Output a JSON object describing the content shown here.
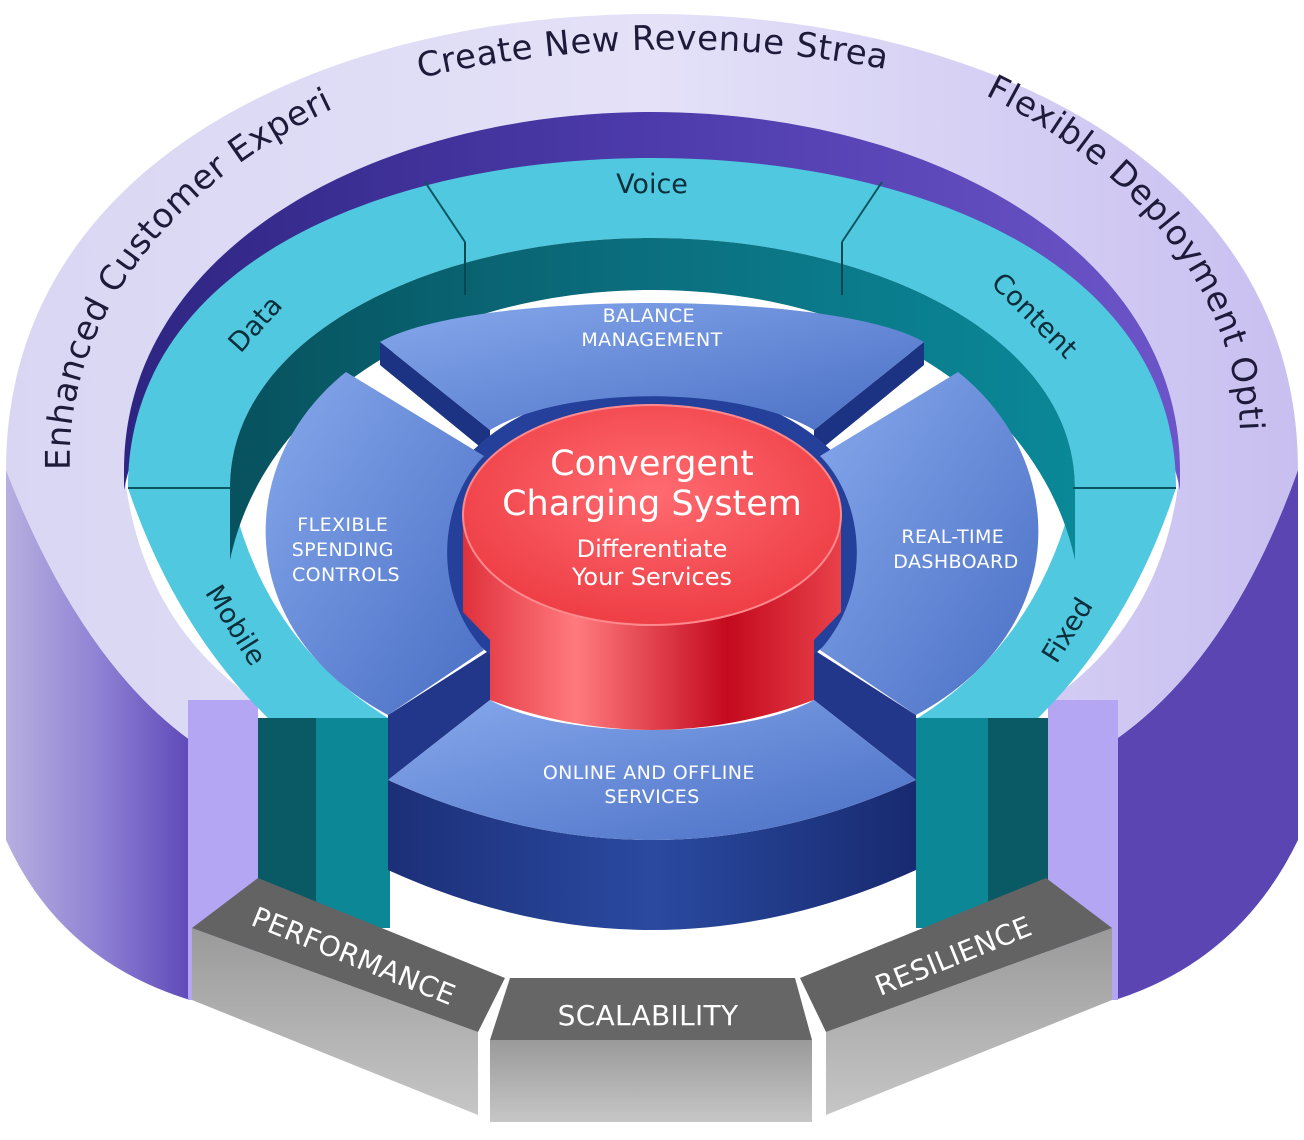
{
  "outer_ring": {
    "top": "Create New Revenue Streams",
    "left": "Enhanced Customer Experience",
    "right": "Flexible Deployment Options",
    "colors": {
      "face": "#d4d0f2",
      "inner_wall": "#3b2d96",
      "side": "#8c7ed2"
    }
  },
  "service_ring": {
    "voice": "Voice",
    "data": "Data",
    "content": "Content",
    "mobile": "Mobile",
    "fixed": "Fixed",
    "colors": {
      "face": "#4fc8e0",
      "wall": "#0b6c7c"
    }
  },
  "features": {
    "balance_management": [
      "BALANCE",
      "MANAGEMENT"
    ],
    "flexible_spending": [
      "FLEXIBLE",
      "SPENDING",
      "CONTROLS"
    ],
    "realtime_dashboard": [
      "REAL-TIME",
      "DASHBOARD"
    ],
    "online_offline": [
      "ONLINE AND OFFLINE",
      "SERVICES"
    ],
    "colors": {
      "face": "#5b7fd0",
      "side": "#1e3a8a"
    }
  },
  "core": {
    "title_line1": "Convergent",
    "title_line2": "Charging System",
    "subtitle_line1": "Differentiate",
    "subtitle_line2": "Your Services",
    "colors": {
      "top": "#f2545a",
      "side": "#c8102e"
    }
  },
  "base_blocks": {
    "performance": "PERFORMANCE",
    "scalability": "SCALABILITY",
    "resilience": "RESILIENCE",
    "colors": {
      "face": "#666666",
      "side": "#a8a8a8"
    }
  }
}
